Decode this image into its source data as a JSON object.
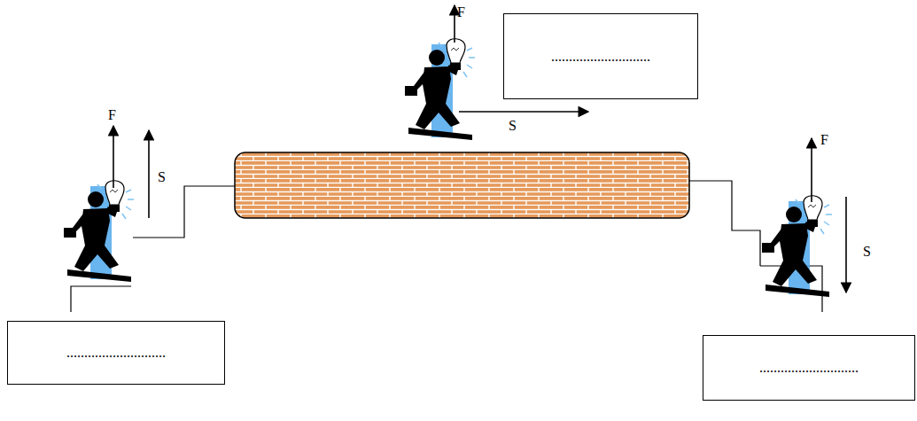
{
  "diagram": {
    "nodes": [
      {
        "text": [
          "............................"
        ]
      },
      {
        "text": [
          "............................"
        ]
      },
      {
        "text": [
          "............................"
        ]
      }
    ],
    "labels": [
      "F",
      "S",
      "F",
      "S",
      "F",
      "S"
    ]
  }
}
